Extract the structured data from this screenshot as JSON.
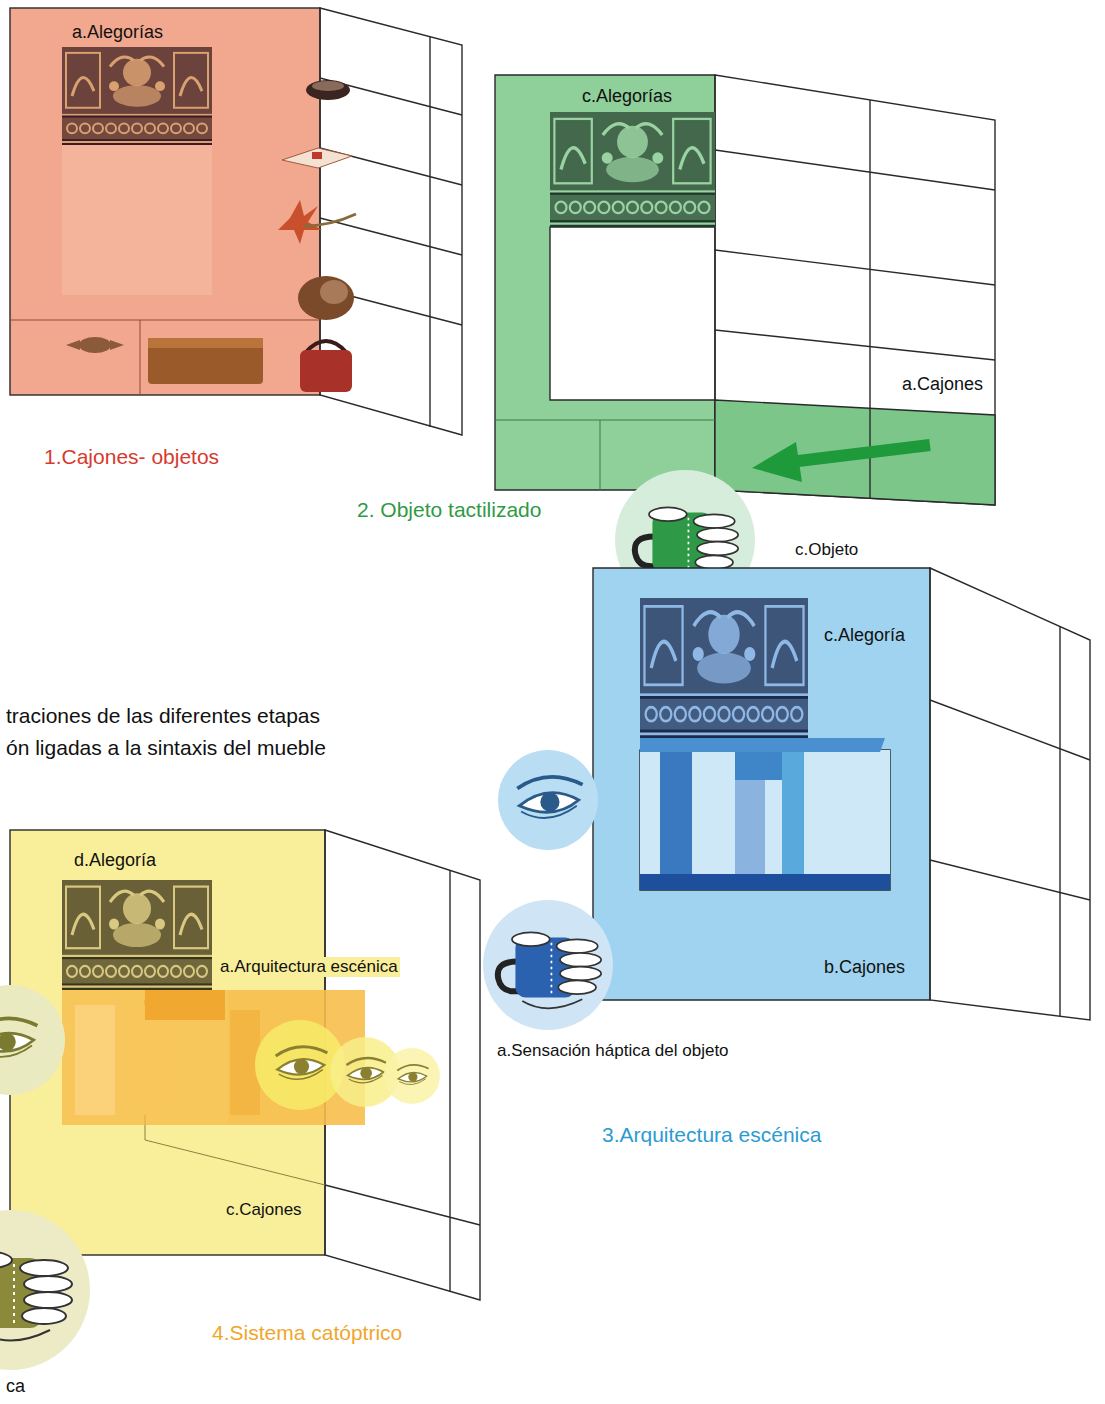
{
  "diagram": {
    "caption": "traciones de las diferentes etapas ón ligadas a la sintaxis del mueble",
    "labels": [
      "a.Alegorías",
      "1.Cajones- objetos",
      "c.Alegorías",
      "a.Cajones",
      "2. Objeto tactilizado",
      "c.Objeto",
      "c.Alegoría",
      "b.Cajones",
      "a.Sensación háptica del objeto",
      "3.Arquitectura escénica",
      "d.Alegoría",
      "a.Arquitectura escénica",
      "c.Cajones",
      "4.Sistema catóptrico",
      "ca"
    ]
  }
}
